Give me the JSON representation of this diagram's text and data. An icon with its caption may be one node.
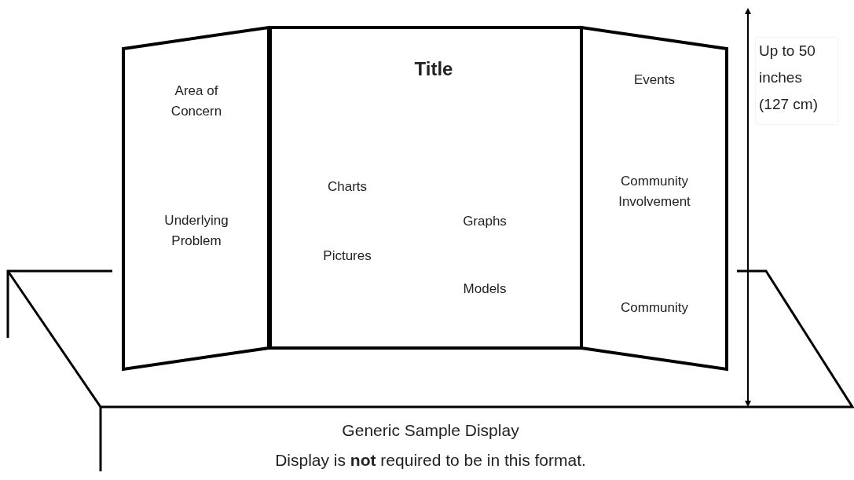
{
  "diagram": {
    "caption": "Generic Sample Display",
    "nodes": [
      {
        "text": [
          "Area of Concern",
          "Underlying Problem"
        ]
      },
      {
        "text": [
          "Title",
          "Charts",
          "Graphs",
          "Pictures",
          "Models"
        ]
      },
      {
        "text": [
          "Events",
          "Community Involvement",
          "Community"
        ]
      }
    ],
    "edges": [],
    "labels": [
      "Up to 50 inches (127 cm)",
      "Display is **not** required to be in this format."
    ]
  }
}
